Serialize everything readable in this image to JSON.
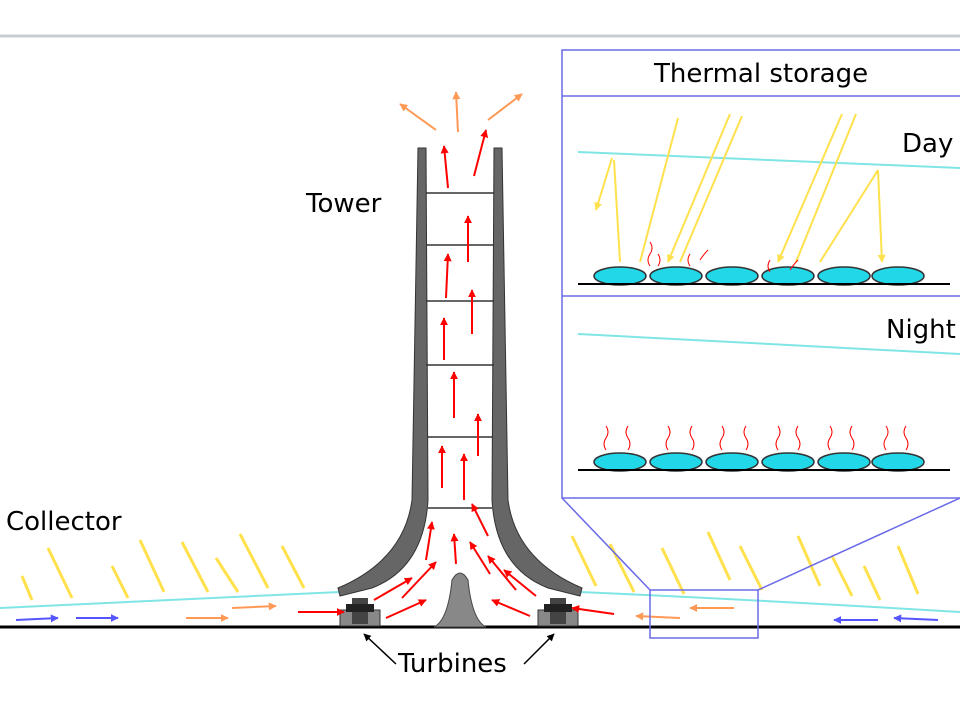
{
  "labels": {
    "tower": "Tower",
    "collector": "Collector",
    "turbines": "Turbines",
    "thermal_storage": "Thermal storage",
    "day": "Day",
    "night": "Night"
  },
  "colors": {
    "hot_air": "#ff0000",
    "warm_air": "#ff9955",
    "cool_air": "#5555ff",
    "sun_rays": "#ffe14d",
    "collector_roof": "#80e5e5",
    "tower_wall": "#666666",
    "water_bag": "#22d8e8",
    "inset_border": "#6a6ae8"
  }
}
